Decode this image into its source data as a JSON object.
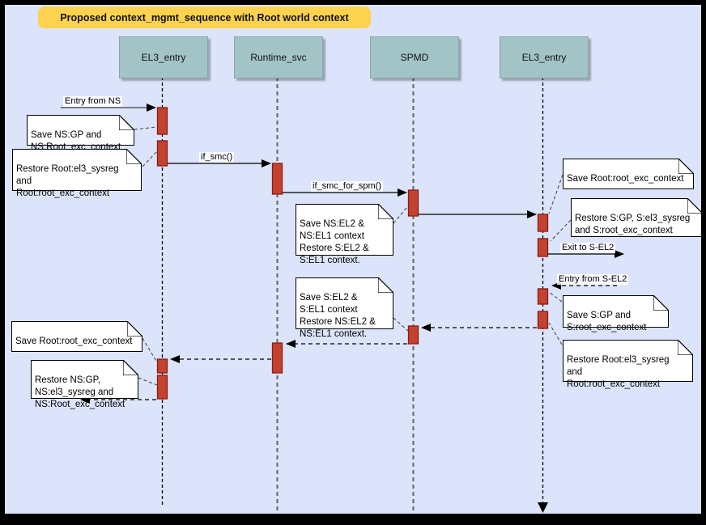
{
  "title": "Proposed context_mgmt_sequence with Root world context",
  "lifelines": [
    {
      "label": "EL3_entry"
    },
    {
      "label": "Runtime_svc"
    },
    {
      "label": "SPMD"
    },
    {
      "label": "EL3_entry"
    }
  ],
  "messages": [
    {
      "label": "Entry from NS",
      "type": "solid",
      "from": "external",
      "to": "EL3_entry"
    },
    {
      "label": "if_smc()",
      "type": "solid",
      "from": "EL3_entry",
      "to": "Runtime_svc"
    },
    {
      "label": "if_smc_for_spm()",
      "type": "solid",
      "from": "Runtime_svc",
      "to": "SPMD"
    },
    {
      "label": "",
      "type": "solid",
      "from": "SPMD",
      "to": "EL3_entry_2"
    },
    {
      "label": "Exit to S-EL2",
      "type": "solid",
      "from": "EL3_entry_2",
      "to": "external"
    },
    {
      "label": "Entry from S-EL2",
      "type": "dashed",
      "from": "external",
      "to": "EL3_entry_2"
    },
    {
      "label": "",
      "type": "dashed-return",
      "from": "EL3_entry_2",
      "to": "SPMD"
    },
    {
      "label": "",
      "type": "dashed-return",
      "from": "SPMD",
      "to": "Runtime_svc"
    },
    {
      "label": "",
      "type": "dashed-return",
      "from": "Runtime_svc",
      "to": "EL3_entry"
    },
    {
      "label": "",
      "type": "dashed-return",
      "from": "EL3_entry",
      "to": "external"
    }
  ],
  "notes": [
    {
      "text": "Save NS:GP and\nNS:Root_exc_context"
    },
    {
      "text": "Restore Root:el3_sysreg\nand\nRoot:root_exc_context"
    },
    {
      "text": "Save NS:EL2 &\nNS:EL1 context\nRestore S:EL2 &\nS:EL1 context."
    },
    {
      "text": "Save Root:root_exc_context"
    },
    {
      "text": "Restore S:GP, S:el3_sysreg\nand S:root_exc_context"
    },
    {
      "text": "Save S:GP and\nS:root_exc_context"
    },
    {
      "text": "Restore Root:el3_sysreg\nand\nRoot:root_exc_context"
    },
    {
      "text": "Save S:EL2 &\nS:EL1 context\nRestore NS:EL2 &\nNS:EL1 context."
    },
    {
      "text": "Save Root:root_exc_context"
    },
    {
      "text": "Restore NS:GP,\nNS:el3_sysreg and\nNS:Root_exc_context"
    }
  ],
  "colors": {
    "page_background": "#dbe4fa",
    "frame": "#000000",
    "title_banner": "#fdd24f",
    "lifeline_box": "#a2c4c6",
    "activation_fill": "#c3422f",
    "activation_border": "#8c1a10",
    "note_background": "#ffffff"
  }
}
